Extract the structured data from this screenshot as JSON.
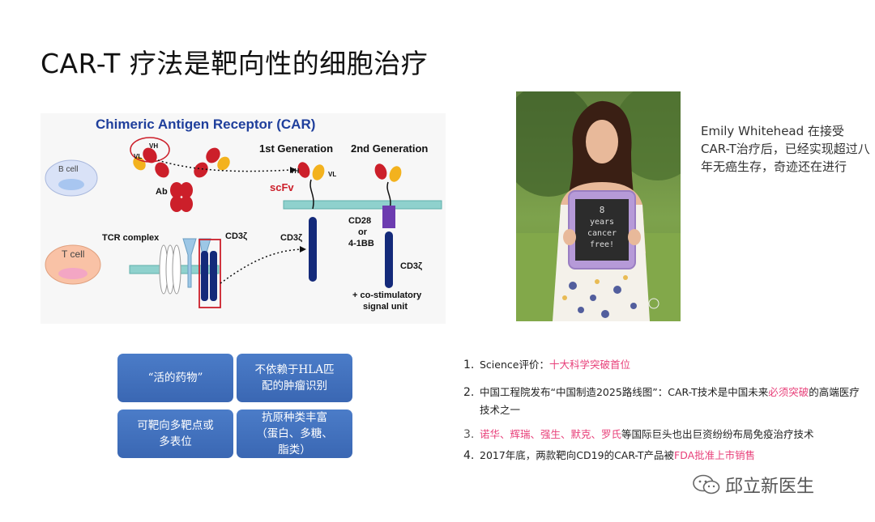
{
  "title": "CAR-T 疗法是靶向性的细胞治疗",
  "diagram": {
    "title": "Chimeric Antigen Receptor (CAR)",
    "b_cell": "B cell",
    "t_cell": "T cell",
    "vh": "VH",
    "vl": "VL",
    "ab": "Ab",
    "tcr_complex": "TCR complex",
    "cd3z": "CD3ζ",
    "scfv": "scFv",
    "gen1": "1st Generation",
    "gen2": "2nd Generation",
    "cd28": "CD28",
    "or": "or",
    "bb": "4-1BB",
    "costim1": "+ co-stimulatory",
    "costim2": "signal unit"
  },
  "cards": [
    {
      "text": "“活的药物”"
    },
    {
      "text": "不依赖于HLA匹\n配的肿瘤识别"
    },
    {
      "text": "可靶向多靶点或\n多表位"
    },
    {
      "text": "抗原种类丰富\n（蛋白、多糖、\n脂类）"
    }
  ],
  "photo": {
    "sign": [
      "8",
      "years",
      "cancer",
      "free!"
    ]
  },
  "caption": "Emily Whitehead 在接受CAR-T治疗后，已经实现超过八年无癌生存，奇迹还在进行",
  "list": [
    {
      "num": "1.",
      "pre": "Science评价：",
      "red": "十大科学突破首位",
      "post": ""
    },
    {
      "num": "2.",
      "pre": "中国工程院发布“中国制造2025路线图”：CAR-T技术是中国未来",
      "red": "必须突破",
      "post": "的高端医疗技术之一"
    },
    {
      "num": "3.",
      "pre": "",
      "red": "诺华、辉瑞、强生、默克、罗氏",
      "post": "等国际巨头也出巨资纷纷布局免疫治疗技术"
    },
    {
      "num": "4.",
      "pre": "2017年底，两款靶向CD19的CAR-T产品被",
      "red": "FDA批准上市销售",
      "post": ""
    }
  ],
  "watermark": "邱立新医生",
  "colors": {
    "accent_red": "#e8407a",
    "card_blue": "#3a67b3",
    "title_blue": "#1f3f9c"
  }
}
